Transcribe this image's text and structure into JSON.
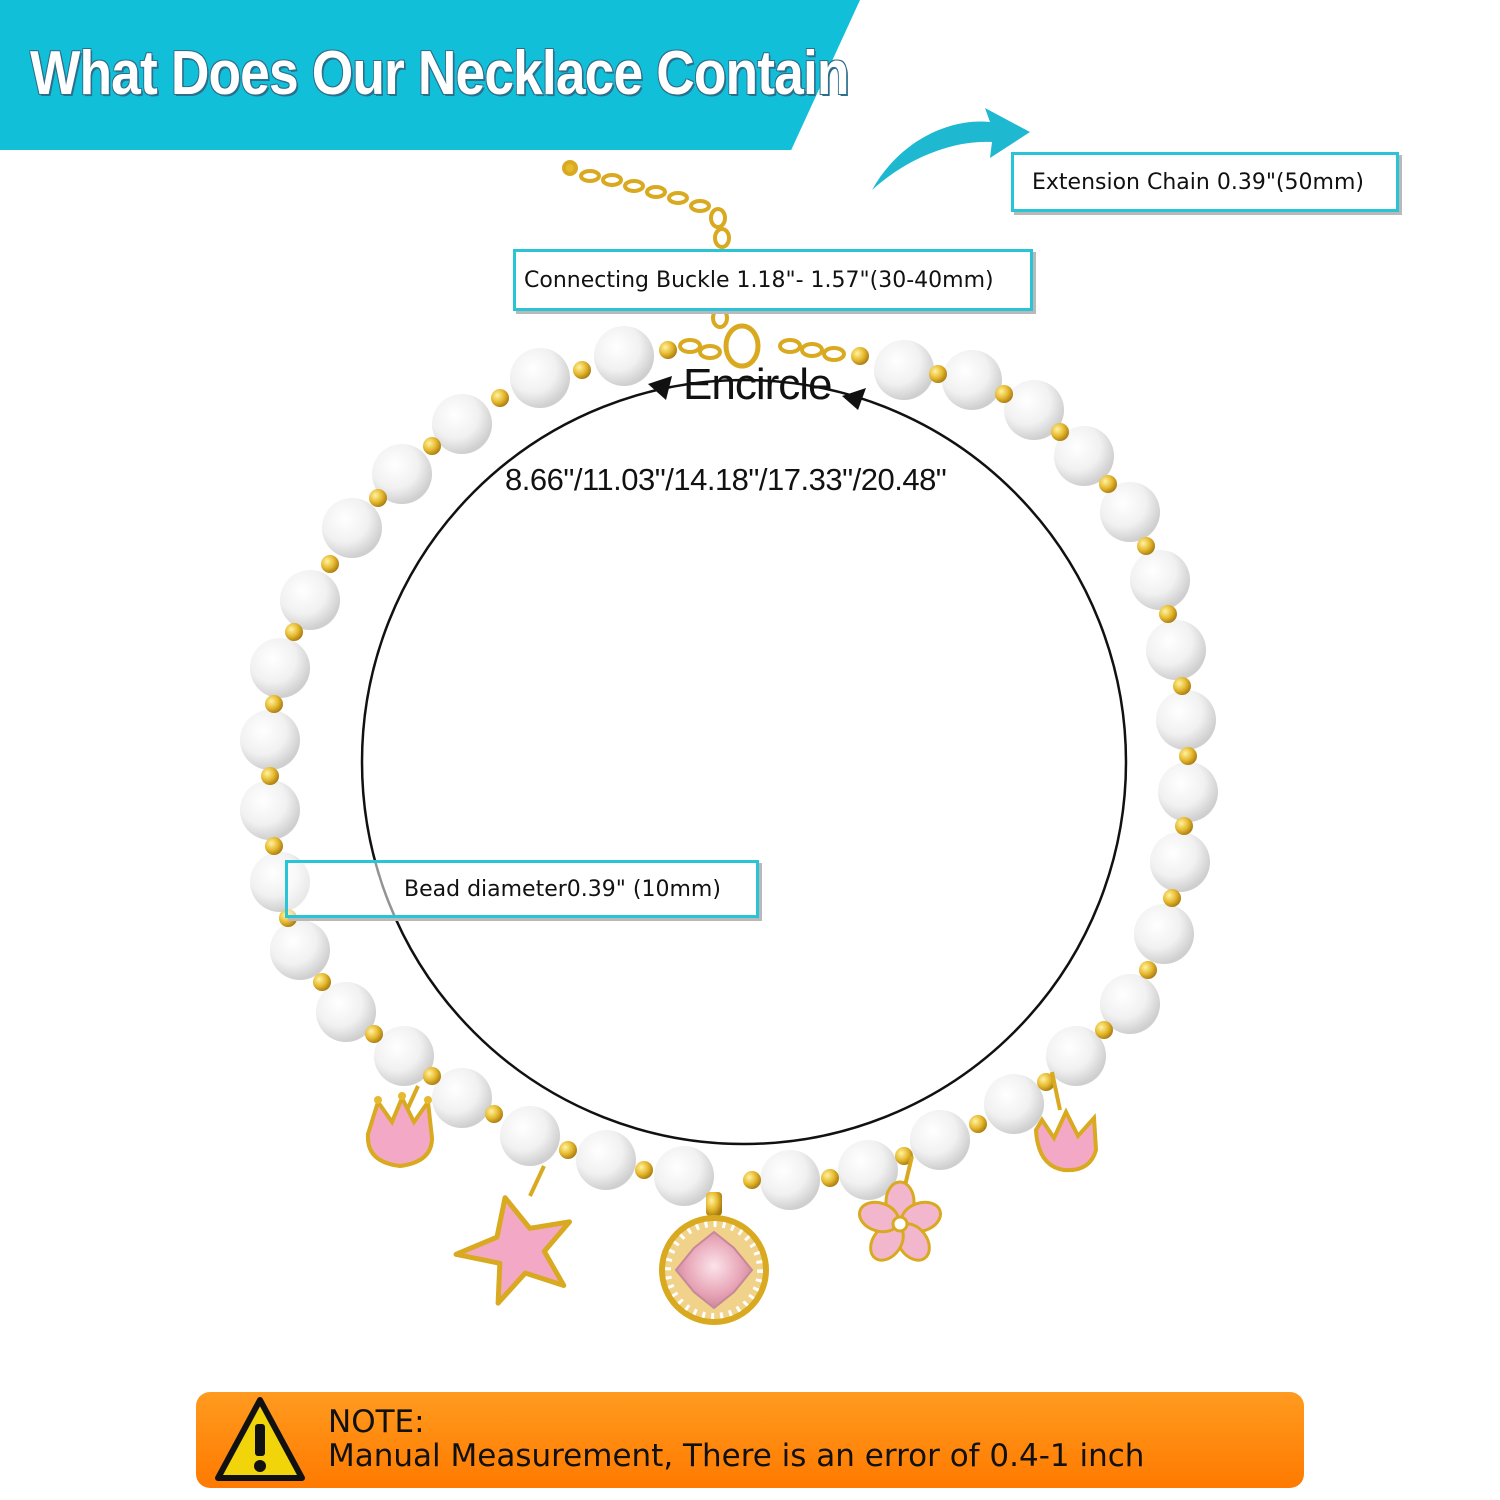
{
  "header": {
    "title": "What Does Our Necklace Contain"
  },
  "labels": {
    "extension_chain": "Extension Chain 0.39\"(50mm)",
    "connecting_buckle": "Connecting Buckle 1.18\"- 1.57\"(30-40mm)",
    "bead_diameter": "Bead diameter0.39\"  (10mm)"
  },
  "measurement": {
    "word": "Encircle",
    "sizes": "8.66\"/11.03\"/14.18\"/17.33\"/20.48\""
  },
  "note": {
    "title": "NOTE:",
    "text": "Manual Measurement, There is an error of 0.4-1 inch"
  },
  "colors": {
    "banner": "#12bfd8",
    "label_border": "#29c4d6",
    "note_bar": "#ff8a0a",
    "pearl": "#f4f4f4",
    "gold": "#e3b52c",
    "charm_pink": "#f3a9c6"
  },
  "icons": [
    "curved-arrow-icon",
    "warning-icon",
    "crown-charm",
    "starfish-charm",
    "crystal-pendant",
    "flower-charm"
  ]
}
